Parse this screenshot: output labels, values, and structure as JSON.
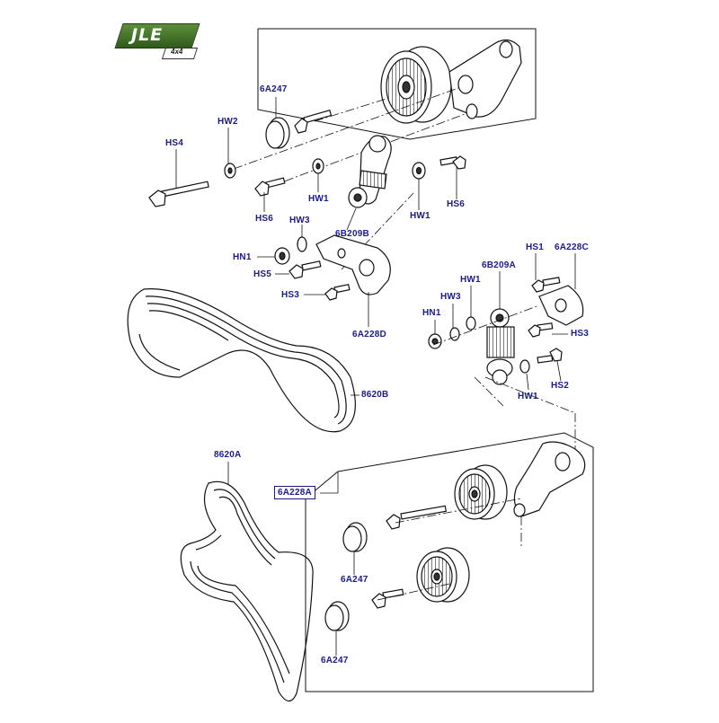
{
  "logo": {
    "text": "JLE",
    "sub": "4x4"
  },
  "labels": {
    "6A247_top": "6A247",
    "HW2": "HW2",
    "HS4": "HS4",
    "HS6_left": "HS6",
    "HW1_mid": "HW1",
    "HW1_right": "HW1",
    "HS6_right": "HS6",
    "HW3_upper": "HW3",
    "6B209B": "6B209B",
    "HN1_upper": "HN1",
    "HS5": "HS5",
    "HS3_left": "HS3",
    "6A228D": "6A228D",
    "HS1": "HS1",
    "6A228C": "6A228C",
    "6B209A": "6B209A",
    "HW1_lower": "HW1",
    "HW3_lower": "HW3",
    "HN1_lower": "HN1",
    "HS3_right": "HS3",
    "HW1_bottom": "HW1",
    "HS2": "HS2",
    "8620B": "8620B",
    "8620A": "8620A",
    "6A228A": "6A228A",
    "6A247_mid": "6A247",
    "6A247_bot": "6A247"
  }
}
